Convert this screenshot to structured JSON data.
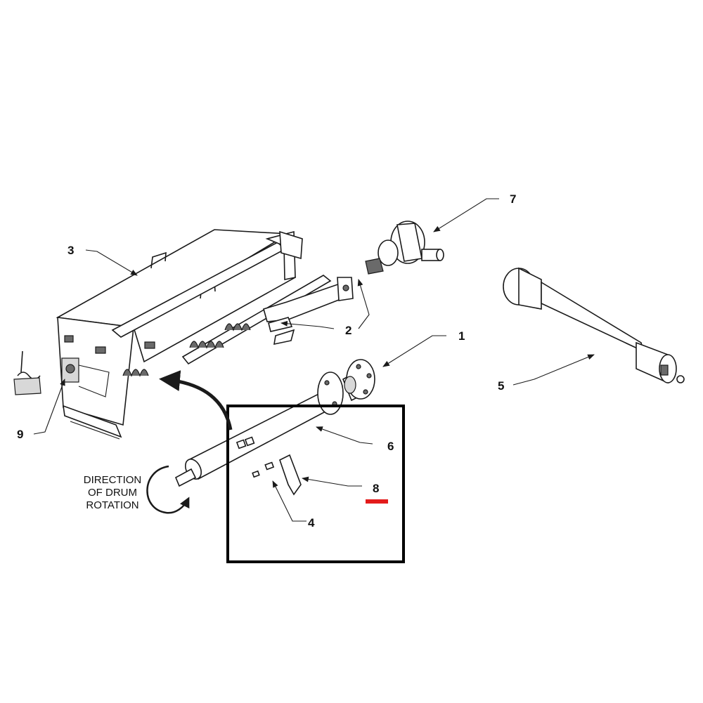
{
  "callouts": {
    "c1": "1",
    "c2": "2",
    "c3": "3",
    "c4": "4",
    "c5": "5",
    "c6": "6",
    "c7": "7",
    "c8": "8",
    "c9": "9"
  },
  "rotation_note": {
    "line1": "DIRECTION",
    "line2": "OF DRUM",
    "line3": "ROTATION"
  },
  "colors": {
    "highlight_box": "#000000",
    "highlight_marker": "#e31b1b"
  }
}
